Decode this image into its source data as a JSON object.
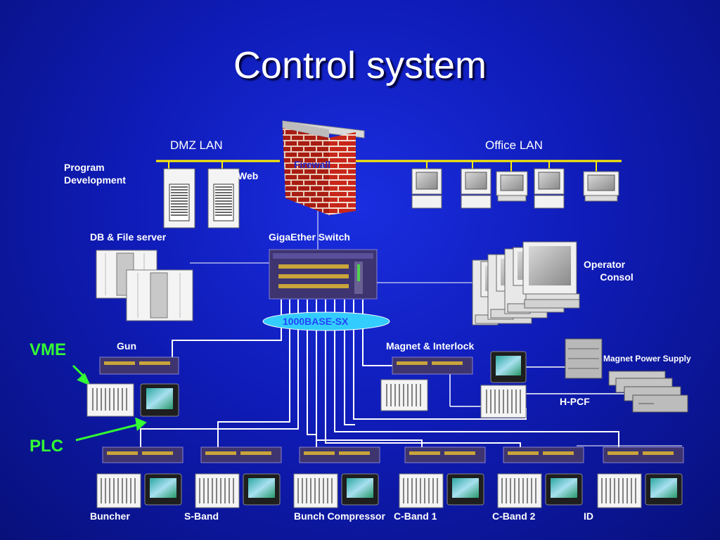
{
  "title": "Control system",
  "labels": {
    "dmz_lan": "DMZ LAN",
    "office_lan": "Office LAN",
    "program_development": "Program\nDevelopment",
    "web": "Web",
    "firewall": "Firewall",
    "db_file_server": "DB & File server",
    "gigaether_switch": "GigaEther Switch",
    "operator_console": "Operator\n      Consol",
    "fiber": "1000BASE-SX",
    "vme": "VME",
    "plc": "PLC",
    "gun": "Gun",
    "magnet_interlock": "Magnet & Interlock",
    "magnet_power_supply": "Magnet Power Supply",
    "hpcf": "H-PCF"
  },
  "stations": [
    "Buncher",
    "S-Band",
    "Bunch Compressor",
    "C-Band 1",
    "C-Band 2",
    "ID"
  ],
  "colors": {
    "background": "#0f1cb8",
    "lan_line": "#ffee00",
    "cable": "#ffffff",
    "vme_label": "#33ff33",
    "fiber_ellipse": "#33ccff",
    "fiber_text": "#2244ff",
    "firewall_brick": "#c8261a",
    "firewall_text": "#1f2bd0",
    "switch_body": "#3d3470"
  },
  "icons": {
    "server": "tower-server-icon",
    "workstation": "desktop-computer-icon",
    "switch": "network-switch-icon",
    "vme_crate": "vme-crate-icon",
    "plc_panel": "touch-panel-icon",
    "power_supply": "power-supply-icon",
    "firewall": "brick-wall-icon"
  }
}
